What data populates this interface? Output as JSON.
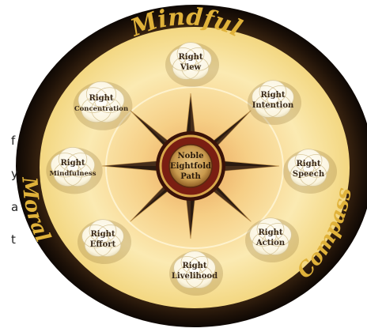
{
  "ring_text": {
    "top": "Mindful",
    "left": "Moral",
    "right": "Compass"
  },
  "center": {
    "line1": "Noble",
    "line2": "Eightfold",
    "line3": "Path"
  },
  "petals": [
    {
      "id": "view",
      "line1": "Right",
      "line2": "View"
    },
    {
      "id": "intention",
      "line1": "Right",
      "line2": "Intention"
    },
    {
      "id": "speech",
      "line1": "Right",
      "line2": "Speech"
    },
    {
      "id": "action",
      "line1": "Right",
      "line2": "Action"
    },
    {
      "id": "livelihood",
      "line1": "Right",
      "line2": "Livelihood"
    },
    {
      "id": "effort",
      "line1": "Right",
      "line2": "Effort"
    },
    {
      "id": "mindfulness",
      "line1": "Right",
      "line2": "Mindfulness"
    },
    {
      "id": "concentration",
      "line1": "Right",
      "line2": "Concentration"
    }
  ],
  "side_fragments": [
    "f",
    "y",
    "a",
    "t"
  ],
  "colors": {
    "ring_dark": "#1f1208",
    "ring_text": "#e0b23a",
    "disc_light": "#fbf0c8",
    "disc_mid": "#f1d27e",
    "center_hub": "#5a1a10",
    "center_text": "#f3d98a",
    "star": "#2a1a10",
    "petal": "#fdfaf0",
    "label": "#3a2a1a"
  }
}
